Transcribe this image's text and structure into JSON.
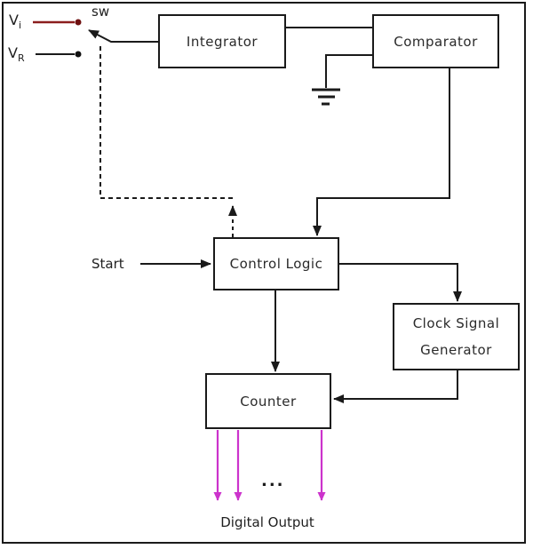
{
  "diagram": {
    "type": "block-diagram",
    "blocks": {
      "integrator": {
        "label": "Integrator"
      },
      "comparator": {
        "label": "Comparator"
      },
      "control_logic": {
        "label": "Control Logic"
      },
      "clock_signal_generator": {
        "lines": [
          "Clock Signal",
          "Generator"
        ]
      },
      "counter": {
        "label": "Counter"
      }
    },
    "io": {
      "input_1": {
        "symbol": "V",
        "subscript": "i"
      },
      "input_2": {
        "symbol": "V",
        "subscript": "R"
      },
      "switch_label": "sw",
      "start_label": "Start"
    },
    "output": {
      "ellipsis": "...",
      "label": "Digital Output",
      "arrow_count": 3
    },
    "connections": [
      {
        "from": "Vi / VR switch (sw)",
        "to": "integrator",
        "style": "solid"
      },
      {
        "from": "integrator",
        "to": "comparator",
        "style": "solid"
      },
      {
        "from": "comparator",
        "to": "ground",
        "style": "solid"
      },
      {
        "from": "comparator",
        "to": "control_logic",
        "style": "solid-arrow"
      },
      {
        "from": "start",
        "to": "control_logic",
        "style": "solid-arrow"
      },
      {
        "from": "control_logic",
        "to": "clock_signal_generator",
        "style": "solid-arrow"
      },
      {
        "from": "control_logic",
        "to": "counter",
        "style": "solid-arrow"
      },
      {
        "from": "clock_signal_generator",
        "to": "counter",
        "style": "solid-arrow"
      },
      {
        "from": "control_logic",
        "to": "switch (sw)",
        "style": "dashed-arrow"
      },
      {
        "from": "counter",
        "to": "digital_output",
        "style": "magenta-arrows"
      }
    ]
  },
  "colors": {
    "line": "#1a1a1a",
    "vi_wire_red": "#8b1e1e",
    "vi_dot_red": "#6e1010",
    "magenta": "#cc33cc",
    "background": "#ffffff"
  }
}
